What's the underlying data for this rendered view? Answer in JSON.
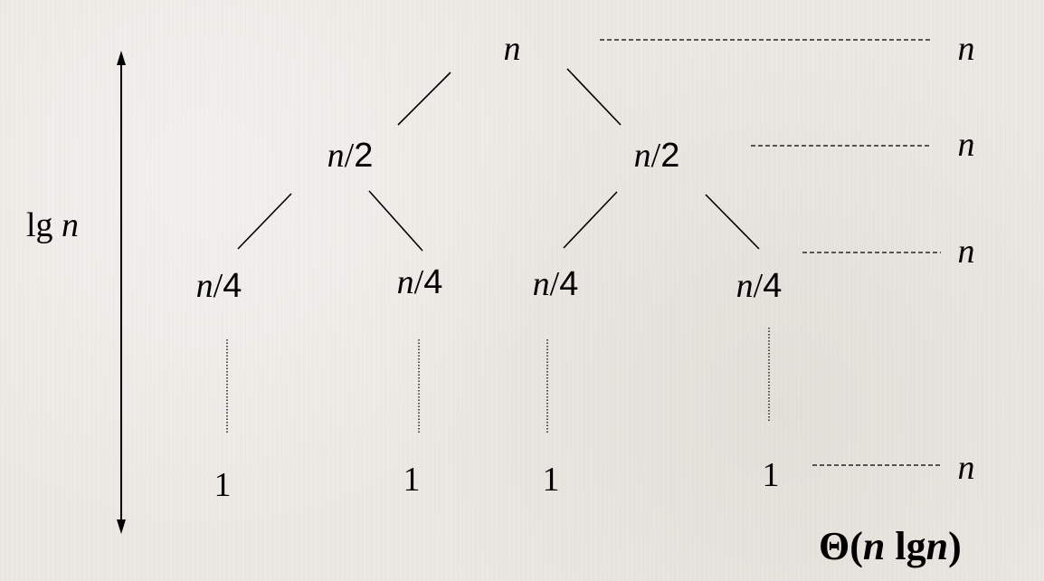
{
  "tree": {
    "root": {
      "var": "n"
    },
    "level1": [
      {
        "var": "n",
        "sep": "/",
        "den": "2"
      },
      {
        "var": "n",
        "sep": "/",
        "den": "2"
      }
    ],
    "level2": [
      {
        "var": "n",
        "sep": "/",
        "den": "4"
      },
      {
        "var": "n",
        "sep": "/",
        "den": "4"
      },
      {
        "var": "n",
        "sep": "/",
        "den": "4"
      },
      {
        "var": "n",
        "sep": "/",
        "den": "4"
      }
    ],
    "leaves": [
      "1",
      "1",
      "1",
      "1"
    ]
  },
  "height_label": {
    "prefix": "lg",
    "var": "n"
  },
  "level_costs": [
    "n",
    "n",
    "n",
    "n"
  ],
  "total": {
    "theta": "Θ(",
    "n": "n",
    "lg": "lg",
    "n2": "n",
    "close": ")"
  }
}
